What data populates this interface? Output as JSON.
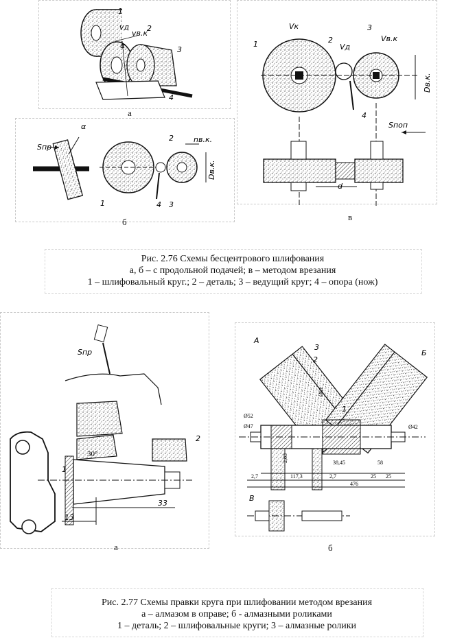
{
  "fig276": {
    "sub_a": "а",
    "sub_b": "б",
    "sub_v": "в",
    "caption_line1": "Рис. 2.76 Схемы бесцентрового шлифования",
    "caption_line2": "а, б – с продольной подачей; в – методом врезания",
    "caption_line3": "1 – шлифовальный круг.; 2 – деталь; 3 – ведущий круг; 4 – опора (нож)",
    "a_labels": [
      "1",
      "2",
      "3",
      "4",
      "vд",
      "vв.к",
      "α"
    ],
    "b_labels": [
      "Sпр",
      "α",
      "1",
      "2",
      "3",
      "4",
      "nв.к.",
      "Dв.к."
    ],
    "v_labels": [
      "1",
      "2",
      "3",
      "4",
      "Vк",
      "Vд",
      "Vв.к",
      "Dв.к.",
      "Sпоп",
      "d"
    ]
  },
  "fig277": {
    "sub_a": "а",
    "sub_b": "б",
    "caption_line1": "Рис. 2.77 Схемы правки круга при шлифовании методом врезания",
    "caption_line2": "а – алмазом в оправе; б - алмазными роликами",
    "caption_line3": "1 – деталь; 2 – шлифовальные круги; 3 – алмазные ролики",
    "a_labels": [
      "Sпр",
      "30°",
      "2",
      "1",
      "13",
      "33"
    ],
    "b_labels": [
      "А",
      "Б",
      "В",
      "1",
      "2",
      "3",
      "Ø52",
      "Ø47",
      "Ø61",
      "Ø42",
      "38,45",
      "58",
      "25",
      "25",
      "476",
      "117,3",
      "2,7",
      "2,7",
      "2,83"
    ]
  }
}
